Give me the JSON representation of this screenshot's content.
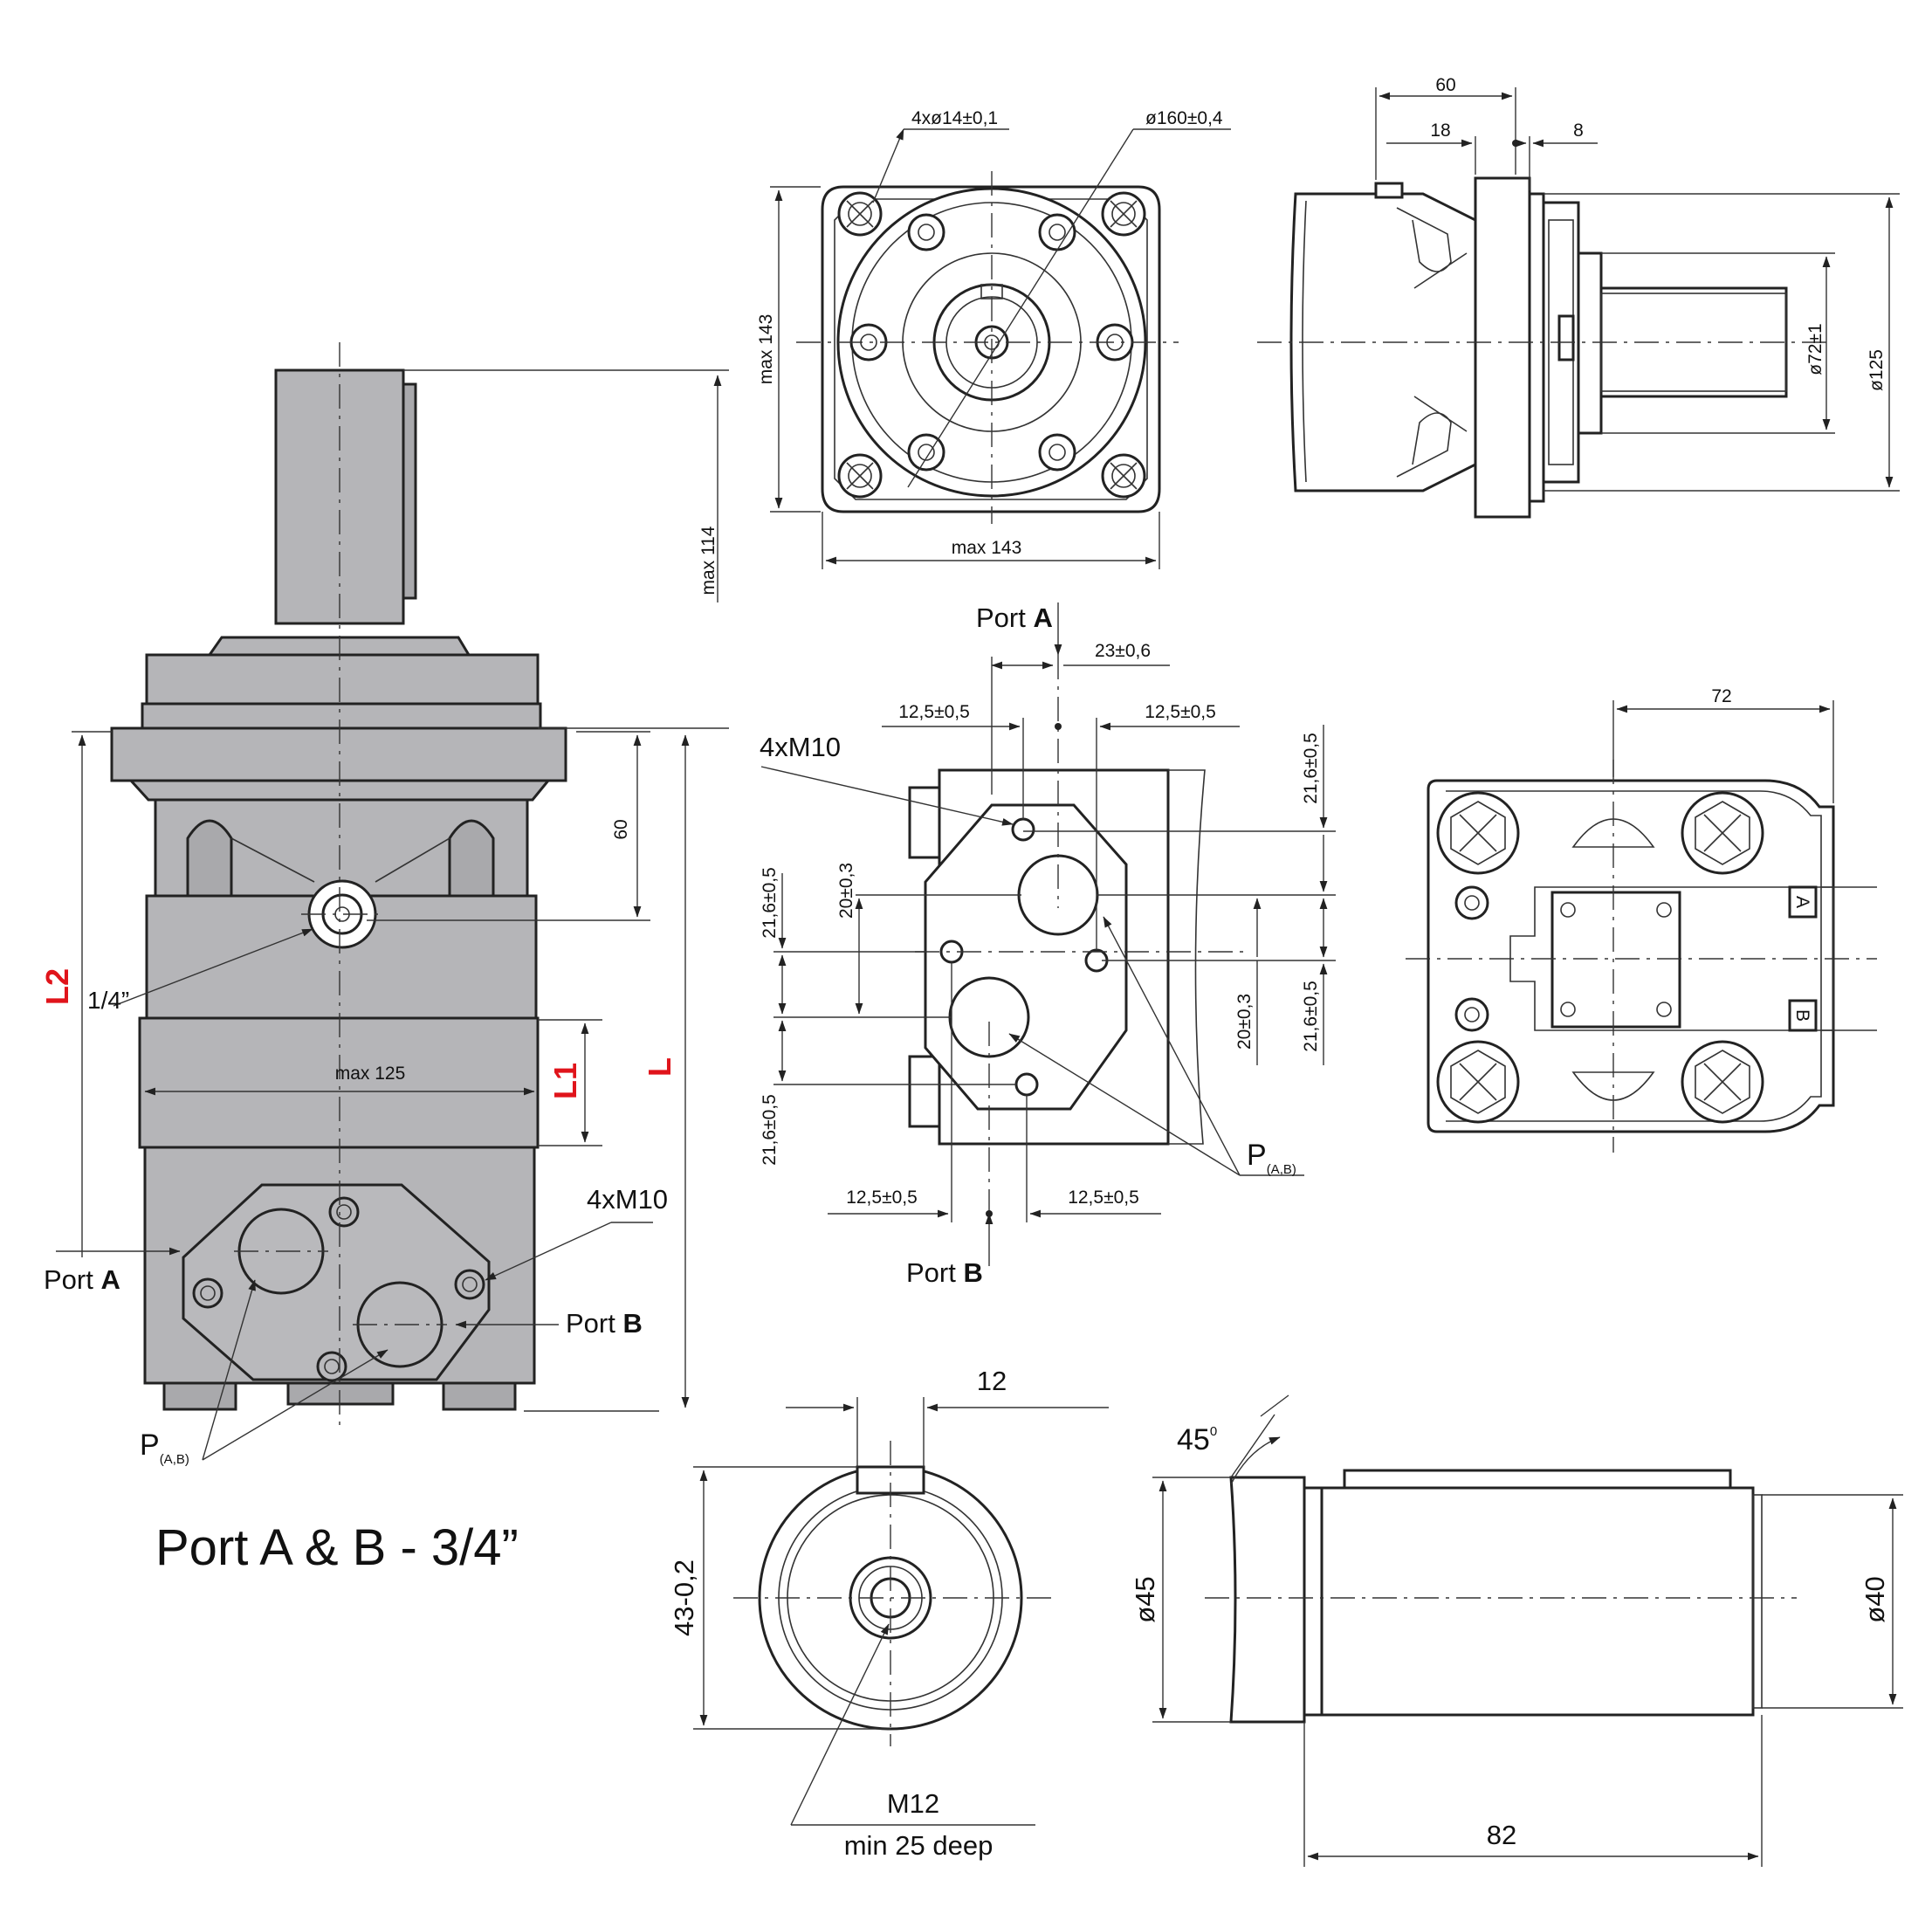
{
  "title": "Port A & B - 3/4”",
  "side_view": {
    "label_L2": "L2",
    "label_L1": "L1",
    "label_L": "L",
    "dim_max114": "max 114",
    "dim_60": "60",
    "dim_max125": "max 125",
    "label_quarter": "1/4”",
    "label_4xM10": "4xM10",
    "port_a_prefix": "Port ",
    "port_a_letter": "A",
    "port_b_prefix": "Port ",
    "port_b_letter": "B",
    "p_main": "P",
    "p_sub": "(A,B)"
  },
  "flange_front": {
    "dim_holes": "4xø14±0,1",
    "dim_pcd": "ø160±0,4",
    "dim_max143_v": "max 143",
    "dim_max143_h": "max 143"
  },
  "flange_side": {
    "dim_60": "60",
    "dim_18": "18",
    "dim_8": "8",
    "dim_72": "ø72±1",
    "dim_125": "ø125"
  },
  "port_detail": {
    "port_a_prefix": "Port ",
    "port_a_letter": "A",
    "port_b_prefix": "Port ",
    "port_b_letter": "B",
    "dim_23": "23±0,6",
    "dim_125_tl": "12,5±0,5",
    "dim_125_tr": "12,5±0,5",
    "dim_125_bl": "12,5±0,5",
    "dim_125_br": "12,5±0,5",
    "label_4xM10": "4xM10",
    "dim_216_l1": "21,6±0,5",
    "dim_216_l2": "21,6±0,5",
    "dim_20_l": "20±0,3",
    "dim_216_r1": "21,6±0,5",
    "dim_216_r2": "21,6±0,5",
    "dim_20_r": "20±0,3",
    "p_main": "P",
    "p_sub": "(A,B)"
  },
  "rear_view": {
    "dim_72": "72",
    "mark_a": "A",
    "mark_b": "B"
  },
  "shaft_end": {
    "dim_12": "12",
    "dim_43": "43-0,2",
    "label_m12": "M12",
    "label_deep": "min 25  deep"
  },
  "shaft_side": {
    "dim_45deg": "45",
    "deg_sup": "0",
    "dim_45": "ø45",
    "dim_40": "ø40",
    "dim_82": "82"
  }
}
